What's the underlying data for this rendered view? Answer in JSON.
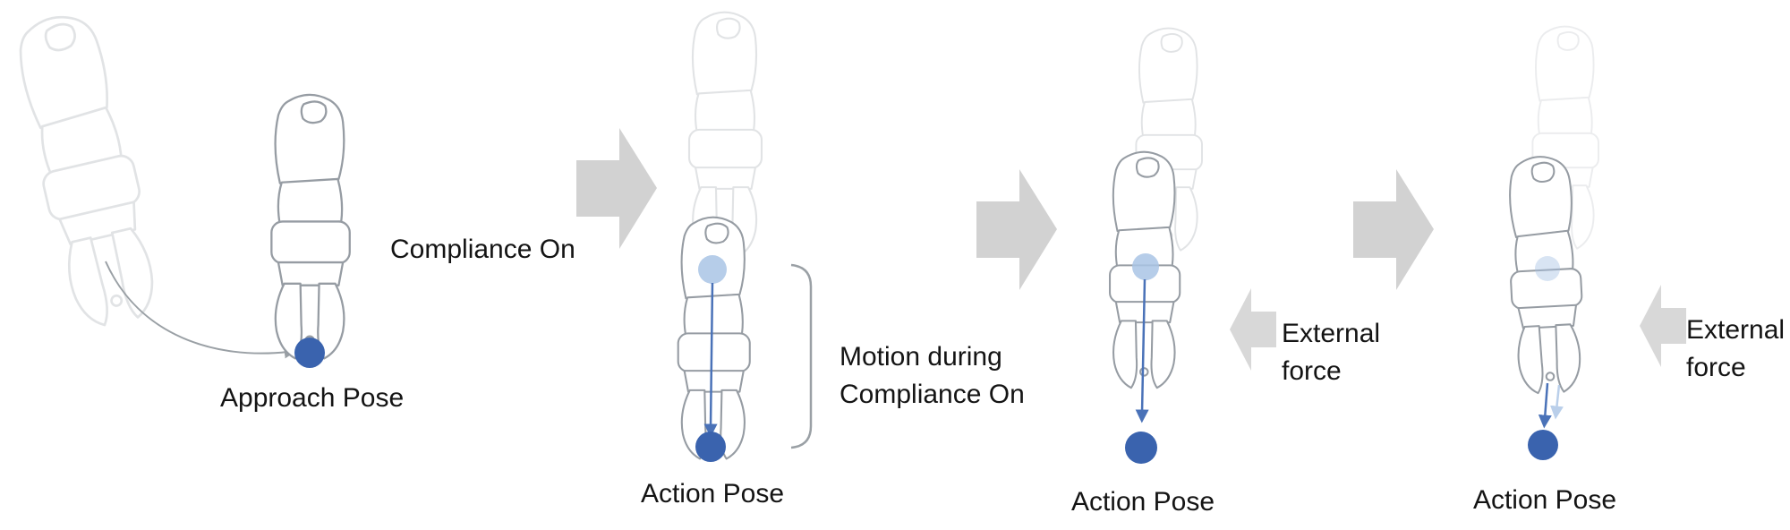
{
  "diagram": {
    "type": "process-flow",
    "description_tag": "robot-arm-compliance-sequence",
    "panels": [
      {
        "id": "panel-1",
        "pose_label": "Approach Pose"
      },
      {
        "id": "panel-2",
        "transition_in_label": "Compliance On",
        "pose_label": "Action Pose",
        "bracket_label_line1": "Motion during",
        "bracket_label_line2": "Compliance On"
      },
      {
        "id": "panel-3",
        "pose_label": "Action Pose",
        "force_label_line1": "External",
        "force_label_line2": "force"
      },
      {
        "id": "panel-4",
        "pose_label": "Action Pose",
        "force_label_line1": "External",
        "force_label_line2": "force"
      }
    ],
    "colors": {
      "pose_dot": "#3a63ae",
      "pose_dot_light": "#a9c4e5",
      "motion_arrow": "#4a72b8",
      "transition_arrow": "#d2d2d2",
      "force_arrow": "#d8d8d8",
      "robot_outline": "#969ca3",
      "robot_ghost": "#cfd4d8",
      "annotation": "#9aa0a5",
      "text": "#141414"
    }
  }
}
